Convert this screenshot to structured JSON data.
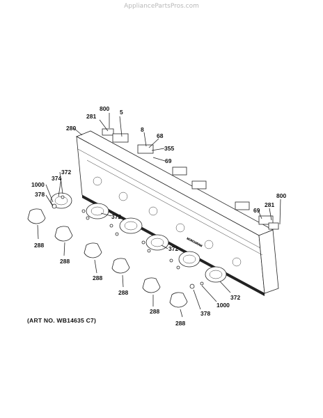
{
  "watermark": "AppliancePartsPros.com",
  "art_number": "(ART NO. WB14635 C7)",
  "callouts": {
    "c800a": "800",
    "c5": "5",
    "c281a": "281",
    "c280": "280",
    "c8": "8",
    "c68": "68",
    "c355": "355",
    "c69a": "69",
    "c372a": "372",
    "c374": "374",
    "c1000a": "1000",
    "c378a": "378",
    "c288a": "288",
    "c288b": "288",
    "c372b": "372",
    "c372c": "372",
    "c288c": "288",
    "c288d": "288",
    "c288e": "288",
    "c288f": "288",
    "c800b": "800",
    "c281b": "281",
    "c69b": "69",
    "c372d": "372",
    "c1000b": "1000",
    "c378b": "378"
  },
  "panel_text": "MONOGRAM"
}
